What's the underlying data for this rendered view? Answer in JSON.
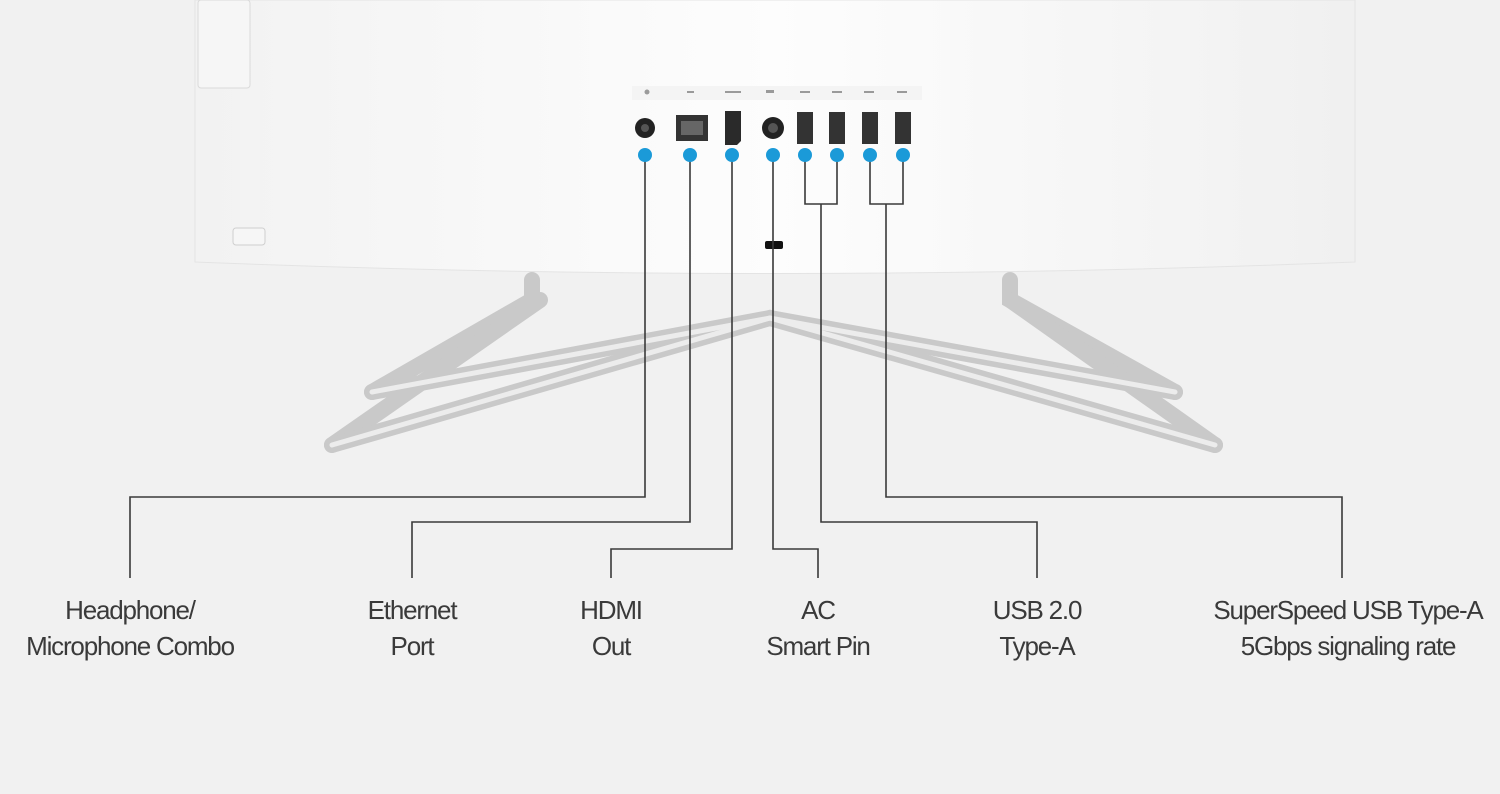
{
  "colors": {
    "dot": "#1b9ad8",
    "line": "#3a3a3a",
    "body": "#fbfbfb",
    "background": "#f1f1f1"
  },
  "ports": [
    {
      "id": "headphone",
      "icon": "headphone-jack-icon",
      "label_lines": [
        "Headphone/",
        "Microphone Combo"
      ]
    },
    {
      "id": "ethernet",
      "icon": "ethernet-port-icon",
      "label_lines": [
        "Ethernet",
        "Port"
      ]
    },
    {
      "id": "hdmi",
      "icon": "hdmi-port-icon",
      "label_lines": [
        "HDMI",
        "Out"
      ]
    },
    {
      "id": "ac",
      "icon": "ac-smart-pin-icon",
      "label_lines": [
        "AC",
        "Smart Pin"
      ]
    },
    {
      "id": "usb2",
      "icon": "usb-a-port-icon",
      "label_lines": [
        "USB 2.0",
        "Type-A"
      ]
    },
    {
      "id": "superspeed",
      "icon": "usb-a-port-icon",
      "label_lines": [
        "SuperSpeed USB Type-A",
        "5Gbps signaling rate"
      ]
    }
  ]
}
